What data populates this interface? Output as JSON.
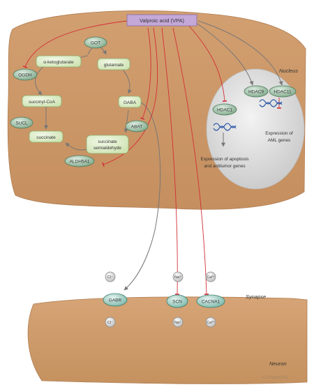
{
  "drug": {
    "label": "Valproic acid (VPA)"
  },
  "cell": {
    "metabolites": {
      "alpha_ketoglutarate": "α-ketoglutarate",
      "glutamate": "glutamate",
      "succinyl_coa": "succinyl-CoA",
      "gaba": "GABA",
      "succinate": "succinate",
      "succinate_semialdehyde_line1": "succinate",
      "succinate_semialdehyde_line2": "semialdehyde"
    },
    "enzymes": {
      "got": "GOT",
      "ogdh": "OGDH",
      "sucl": "SUCL",
      "abat": "ABAT",
      "aldh5a1": "ALDH5A1"
    }
  },
  "nucleus": {
    "label": "Nucleus",
    "hdac1": "HDAC1",
    "hdac9": "HDAC9",
    "hdac11": "HDAC11",
    "apoptosis_text_line1": "Expression of apoptosis",
    "apoptosis_text_line2": "and antitumor genes",
    "aml_text_line1": "Expression of",
    "aml_text_line2": "AML genes"
  },
  "neuron": {
    "synapse_label": "Synapse",
    "neuron_label": "Neuron",
    "watermark": "© PharmGKB",
    "channels": [
      {
        "name": "GABR",
        "ion_outside": "Cl⁻",
        "ion_inside": "Cl⁻"
      },
      {
        "name": "SCN",
        "ion_outside": "Na⁺",
        "ion_inside": "Na⁺"
      },
      {
        "name": "CACNA1",
        "ion_outside": "Ca²⁺",
        "ion_inside": "Ca²⁺"
      }
    ]
  },
  "colors": {
    "cell_fill": "#c99567",
    "metabolite_fill": "#ddedc6",
    "enzyme_fill": "#9fbfa4",
    "nucleus_fill": "#dcdcdc",
    "drug_fill": "#c4a8d8",
    "inhibition": "#d22e36",
    "arrow": "#777777",
    "dna": "#2c58a8"
  }
}
